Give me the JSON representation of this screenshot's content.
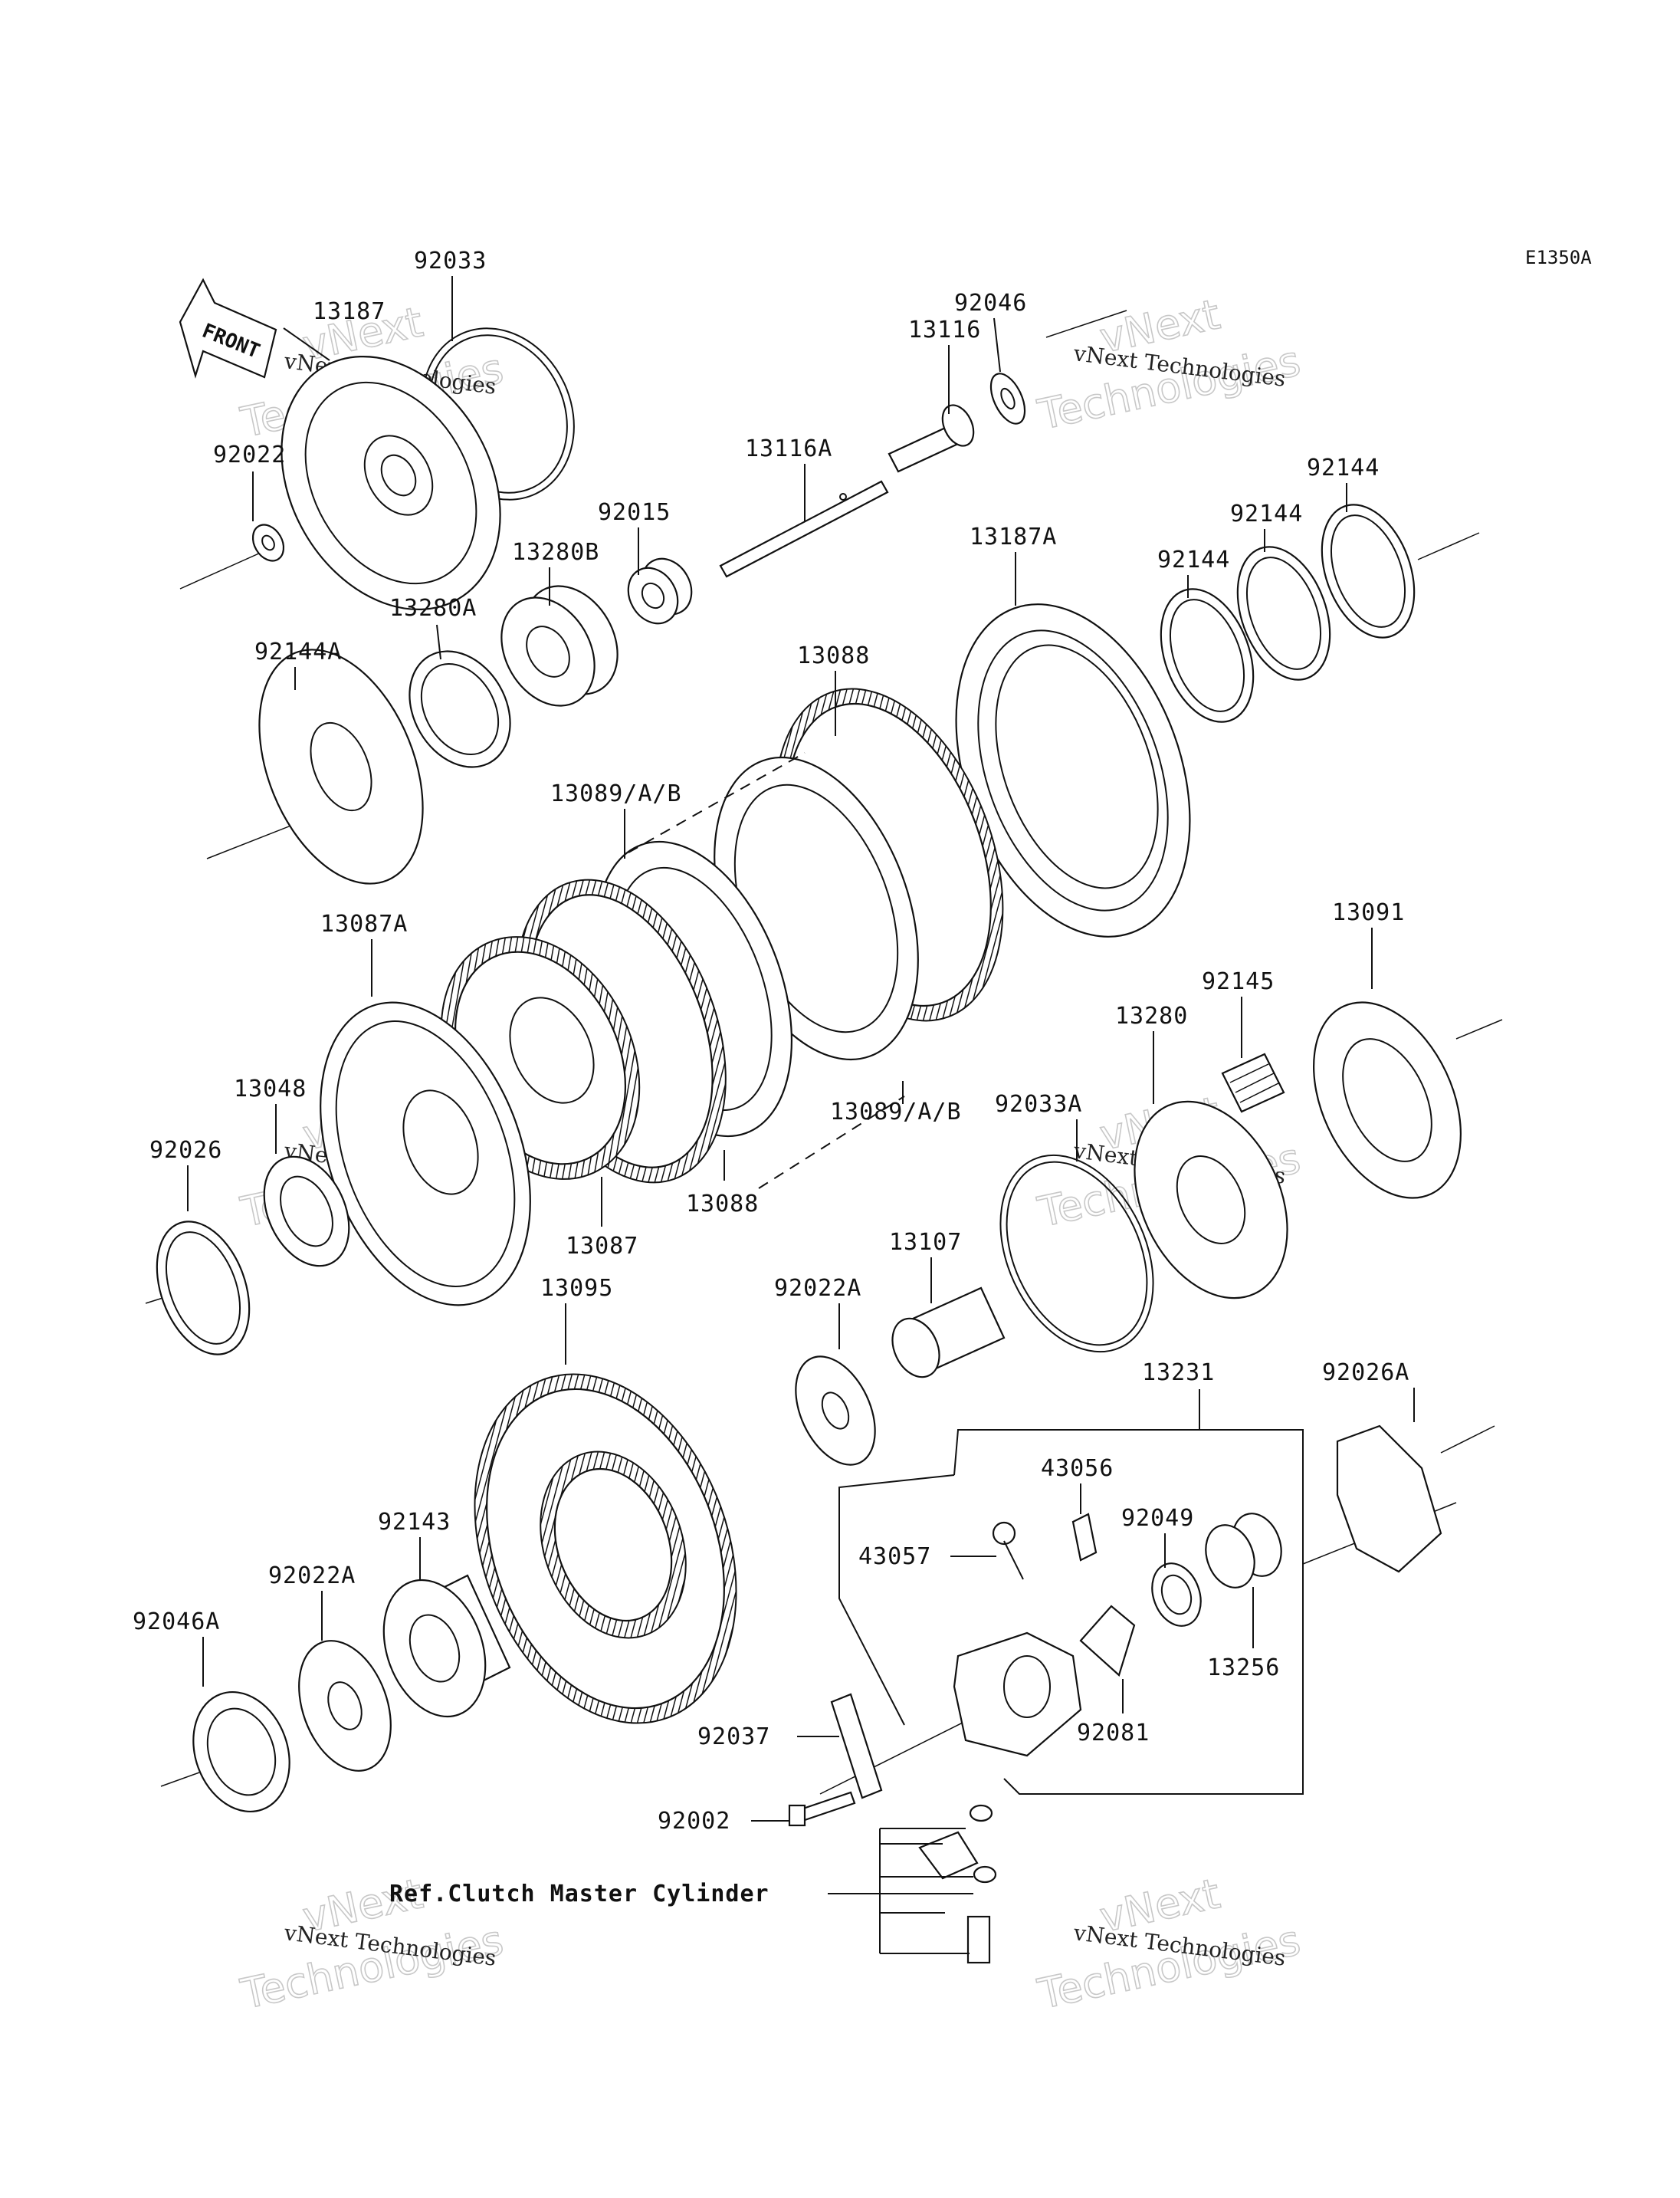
{
  "diagram": {
    "code": "E1350A",
    "front_label": "FRONT",
    "ref_label": "Ref.Clutch Master Cylinder",
    "watermark": {
      "line1": "vNext Technologies",
      "line2a": "vNext",
      "line2b": "Technologies"
    },
    "labels": {
      "p92033": "92033",
      "p13187": "13187",
      "p92022": "92022",
      "p92144A": "92144A",
      "p13280A": "13280A",
      "p13280B": "13280B",
      "p92015": "92015",
      "p13116A": "13116A",
      "p13116": "13116",
      "p92046": "92046",
      "p13187A": "13187A",
      "p13088top": "13088",
      "p92144a": "92144",
      "p92144b": "92144",
      "p92144c": "92144",
      "p13089top": "13089/A/B",
      "p13087A": "13087A",
      "p13048": "13048",
      "p92026": "92026",
      "p13087": "13087",
      "p13088bot": "13088",
      "p13089bot": "13089/A/B",
      "p92033A": "92033A",
      "p13280": "13280",
      "p92145": "92145",
      "p13091": "13091",
      "p13095": "13095",
      "p92022A1": "92022A",
      "p13107": "13107",
      "p13231": "13231",
      "p92026A": "92026A",
      "p43056": "43056",
      "p43057": "43057",
      "p92049": "92049",
      "p92143": "92143",
      "p92022A2": "92022A",
      "p92046A": "92046A",
      "p13256": "13256",
      "p92037": "92037",
      "p92081": "92081",
      "p92002": "92002"
    }
  }
}
